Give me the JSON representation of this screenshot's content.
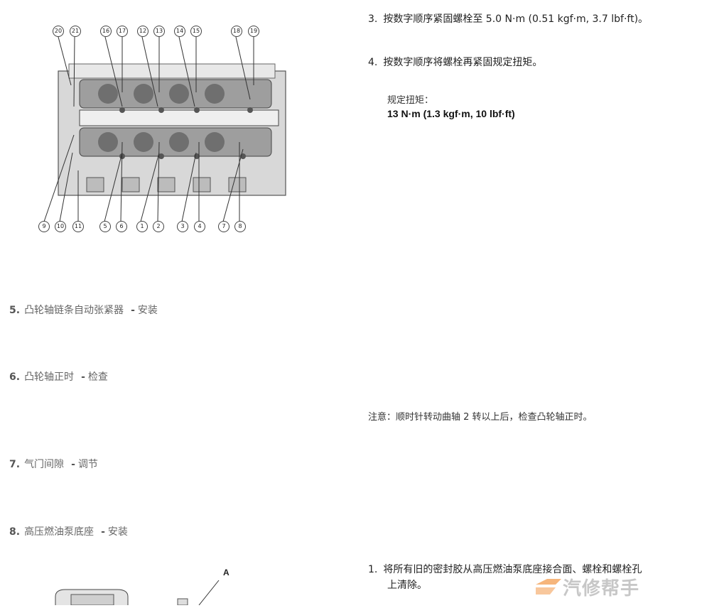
{
  "diagram1": {
    "top_callouts": [
      "20",
      "21",
      "16",
      "17",
      "12",
      "13",
      "14",
      "15",
      "18",
      "19"
    ],
    "bottom_callouts": [
      "9",
      "10",
      "11",
      "5",
      "6",
      "1",
      "2",
      "3",
      "4",
      "7",
      "8"
    ]
  },
  "steps_right": [
    {
      "num": "3.",
      "text": "按数字顺序紧固螺栓至  5.0 N·m (0.51 kgf·m, 3.7 lbf·ft)。"
    },
    {
      "num": "4.",
      "text": "按数字顺序将螺栓再紧固规定扭矩。"
    }
  ],
  "torque": {
    "label": "规定扭矩：",
    "value": "13 N·m (1.3 kgf·m, 10 lbf·ft)"
  },
  "sections": [
    {
      "num": "5.",
      "title": "凸轮轴链条自动张紧器",
      "action": "安装"
    },
    {
      "num": "6.",
      "title": "凸轮轴正时",
      "action": "检查"
    },
    {
      "num": "7.",
      "title": "气门间隙",
      "action": "调节"
    },
    {
      "num": "8.",
      "title": "高压燃油泵底座",
      "action": "安装"
    }
  ],
  "note": "注意：顺时针转动曲轴  2 转以上后，检查凸轮轴正时。",
  "step_bottom": {
    "num": "1.",
    "line1": "将所有旧的密封胶从高压燃油泵底座接合面、螺栓和螺栓孔",
    "line2": "上清除。"
  },
  "diagram2": {
    "callout": "A"
  },
  "watermark": "汽修帮手"
}
